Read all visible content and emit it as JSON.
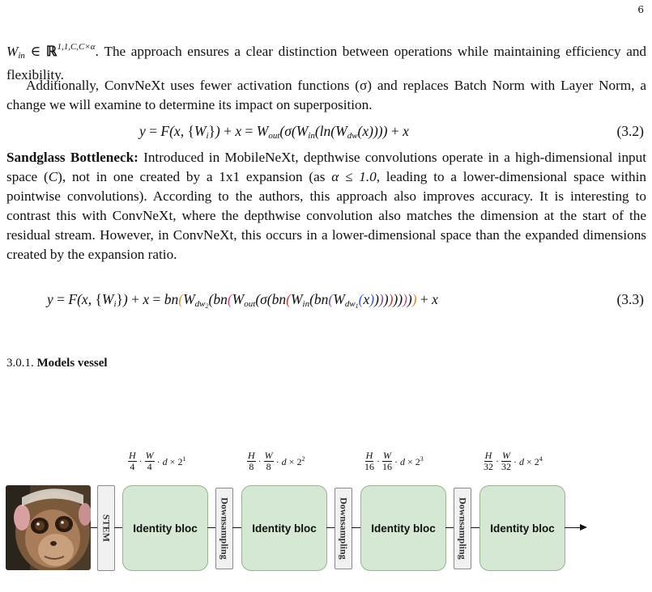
{
  "page": {
    "number": "6"
  },
  "paragraphs": {
    "p1_after_math": ". The approach ensures a clear distinction between operations while maintaining efficiency and flexibility.",
    "p2": "Additionally, ConvNeXt uses fewer activation functions (σ) and replaces Batch Norm with Layer Norm, a change we will examine to determine its impact on superposition.",
    "p3_label": "Sandglass Bottleneck:",
    "p3_part1": " Introduced in MobileNeXt, depthwise convolutions operate in a high-dimensional input space (",
    "p3_c": "C",
    "p3_part2": "), not in one created by a 1x1 expansion (as ",
    "p3_alpha": "α ≤ 1.0",
    "p3_part3": ", leading to a lower-dimensional space within pointwise convolutions). According to the authors, this approach also improves accuracy. It is interesting to contrast this with ConvNeXt, where the depthwise convolution also matches the dimension at the start of the residual stream. However, in ConvNeXt, this occurs in a lower-dimensional space than the expanded dimensions created by the expansion ratio."
  },
  "equations": {
    "eq32_number": "(3.2)",
    "eq33_number": "(3.3)"
  },
  "section": {
    "number": "3.0.1.",
    "title": "Models vessel"
  },
  "diagram": {
    "stem_label": "STEM",
    "downsampling_label": "Downsampling",
    "bloc_label": "Identity bloc",
    "stages": [
      {
        "num": "H",
        "den": "4",
        "num2": "W",
        "den2": "4",
        "exp": "1"
      },
      {
        "num": "H",
        "den": "8",
        "num2": "W",
        "den2": "8",
        "exp": "2"
      },
      {
        "num": "H",
        "den": "16",
        "num2": "W",
        "den2": "16",
        "exp": "3"
      },
      {
        "num": "H",
        "den": "32",
        "num2": "W",
        "den2": "32",
        "exp": "4"
      }
    ]
  }
}
